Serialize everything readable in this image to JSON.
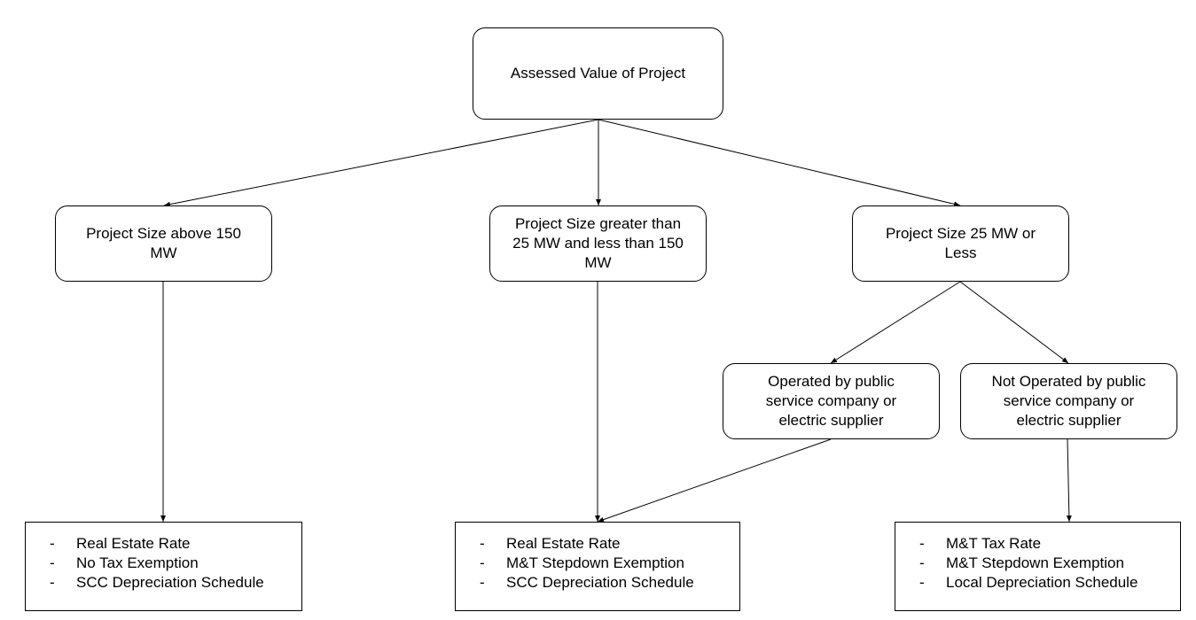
{
  "nodes": {
    "root": {
      "label": "Assessed Value of Project"
    },
    "size_large": {
      "line1": "Project Size above 150",
      "line2": "MW"
    },
    "size_mid": {
      "line1": "Project Size greater than",
      "line2": "25 MW and less than 150",
      "line3": "MW"
    },
    "size_small": {
      "line1": "Project Size 25 MW or",
      "line2": "Less"
    },
    "operated": {
      "line1": "Operated by public",
      "line2": "service company or",
      "line3": "electric supplier"
    },
    "not_operated": {
      "line1": "Not Operated by public",
      "line2": "service company or",
      "line3": "electric supplier"
    }
  },
  "outcomes": {
    "large": {
      "items": [
        "Real Estate Rate",
        "No Tax Exemption",
        "SCC Depreciation Schedule"
      ]
    },
    "mid": {
      "items": [
        "Real Estate Rate",
        "M&T Stepdown Exemption",
        "SCC Depreciation Schedule"
      ]
    },
    "small": {
      "items": [
        "M&T Tax Rate",
        "M&T Stepdown Exemption",
        "Local Depreciation Schedule"
      ]
    }
  },
  "bullet_glyph": "-",
  "colors": {
    "stroke": "#000000",
    "background": "#ffffff"
  }
}
